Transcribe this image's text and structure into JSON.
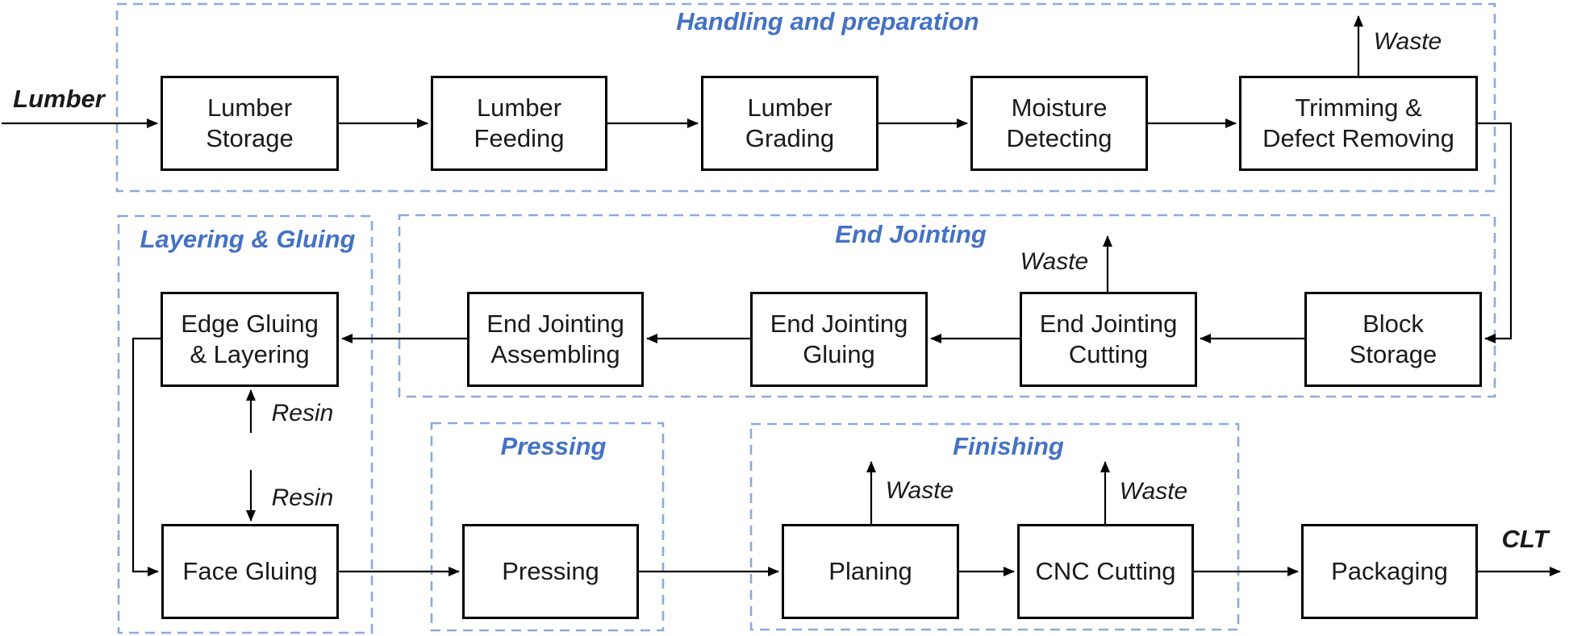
{
  "colors": {
    "section_border": "#8ea9db",
    "section_title": "#4472c4",
    "box_border": "#000000",
    "line": "#000000",
    "text": "#1a1a1a"
  },
  "input_label": "Lumber",
  "output_label": "CLT",
  "sections": {
    "handling": {
      "title": "Handling and preparation"
    },
    "layering": {
      "title": "Layering & Gluing"
    },
    "end_jointing": {
      "title": "End Jointing"
    },
    "pressing": {
      "title": "Pressing"
    },
    "finishing": {
      "title": "Finishing"
    }
  },
  "nodes": {
    "lumber_storage": {
      "label": [
        "Lumber",
        "Storage"
      ]
    },
    "lumber_feeding": {
      "label": [
        "Lumber",
        "Feeding"
      ]
    },
    "lumber_grading": {
      "label": [
        "Lumber",
        "Grading"
      ]
    },
    "moisture_detecting": {
      "label": [
        "Moisture",
        "Detecting"
      ]
    },
    "trimming_defect_removing": {
      "label": [
        "Trimming &",
        "Defect Removing"
      ]
    },
    "edge_gluing_layering": {
      "label": [
        "Edge Gluing",
        "& Layering"
      ]
    },
    "end_jointing_assembling": {
      "label": [
        "End Jointing",
        "Assembling"
      ]
    },
    "end_jointing_gluing": {
      "label": [
        "End Jointing",
        "Gluing"
      ]
    },
    "end_jointing_cutting": {
      "label": [
        "End Jointing",
        "Cutting"
      ]
    },
    "block_storage": {
      "label": [
        "Block",
        "Storage"
      ]
    },
    "face_gluing": {
      "label": "Face Gluing"
    },
    "pressing": {
      "label": "Pressing"
    },
    "planing": {
      "label": "Planing"
    },
    "cnc_cutting": {
      "label": "CNC Cutting"
    },
    "packaging": {
      "label": "Packaging"
    }
  },
  "flow_labels": {
    "waste_trimming": "Waste",
    "waste_end_jointing_cutting": "Waste",
    "waste_planing": "Waste",
    "waste_cnc_cutting": "Waste",
    "resin_to_edge_gluing": "Resin",
    "resin_to_face_gluing": "Resin"
  }
}
